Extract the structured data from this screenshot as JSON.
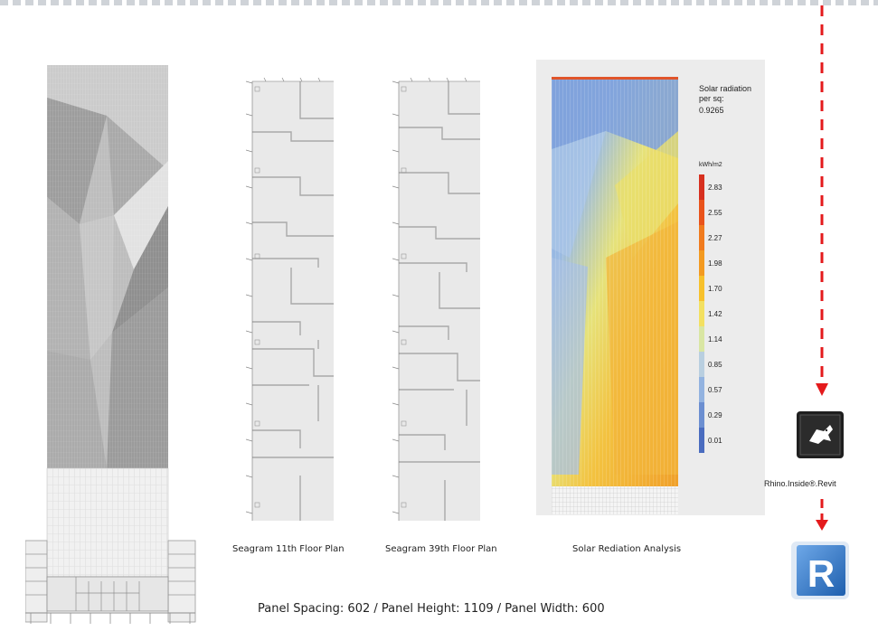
{
  "captions": {
    "floor11": "Seagram 11th Floor Plan",
    "floor39": "Seagram 39th Floor Plan",
    "solar": "Solar Rediation Analysis"
  },
  "footer": "Panel Spacing: 602 / Panel Height: 1109 / Panel Width: 600",
  "solar_panel": {
    "title_line1": "Solar radiation",
    "title_line2": "per sq:",
    "value": "0.9265",
    "unit": "kWh/m2",
    "legend": [
      {
        "label": "2.83",
        "color": "#d7301f"
      },
      {
        "label": "2.55",
        "color": "#e9531b"
      },
      {
        "label": "2.27",
        "color": "#f07b1e"
      },
      {
        "label": "1.98",
        "color": "#f39a21"
      },
      {
        "label": "1.70",
        "color": "#f7c12c"
      },
      {
        "label": "1.42",
        "color": "#f3e061"
      },
      {
        "label": "1.14",
        "color": "#d9e6a3"
      },
      {
        "label": "0.85",
        "color": "#b9cfe0"
      },
      {
        "label": "0.57",
        "color": "#93b3e0"
      },
      {
        "label": "0.29",
        "color": "#6c8fd1"
      },
      {
        "label": "0.01",
        "color": "#4a6cbf"
      }
    ]
  },
  "rhino_label": "Rhino.Inside®.Revit",
  "revit_letter": "R",
  "colors": {
    "arrow": "#e41a1c",
    "revit_bg": "#2f74c0"
  }
}
